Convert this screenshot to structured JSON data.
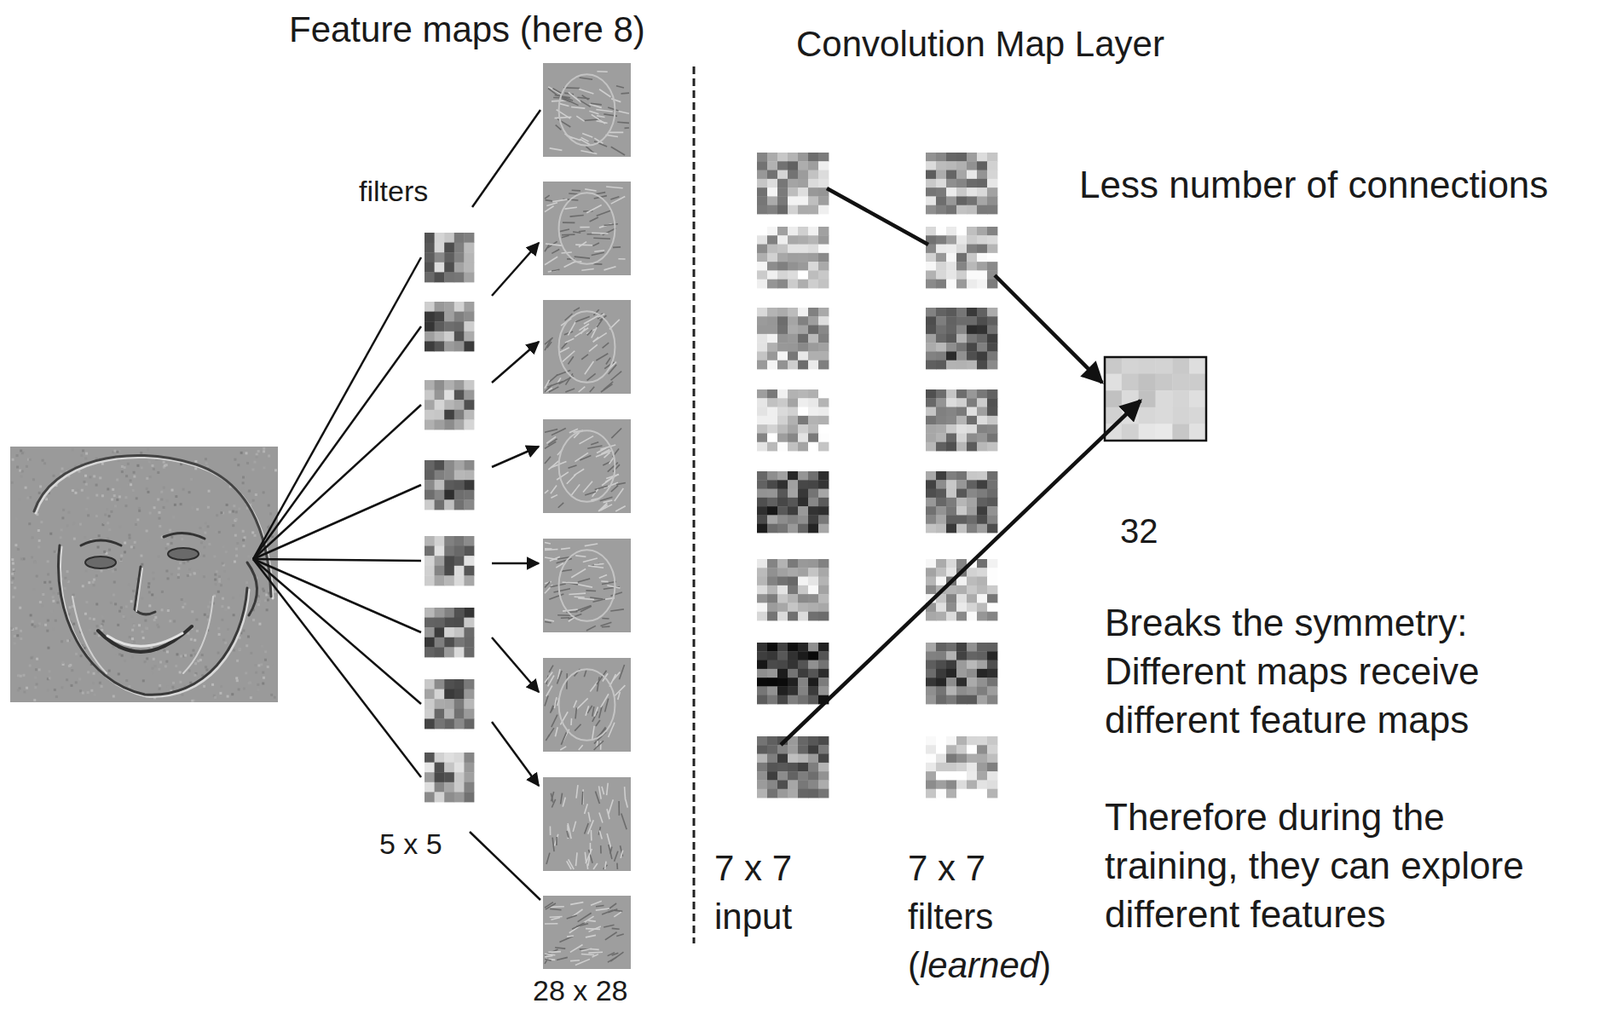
{
  "diagram": {
    "labels": [
      "Feature maps (here 8)",
      "Convolution Map Layer",
      "filters",
      "5 x 5",
      "28 x 28",
      "7 x 7 input",
      "7 x 7 filters (learned)",
      "Less number of connections",
      "32",
      "Breaks the symmetry: Different maps receive different feature maps",
      "Therefore during the training, they can explore different features"
    ]
  }
}
